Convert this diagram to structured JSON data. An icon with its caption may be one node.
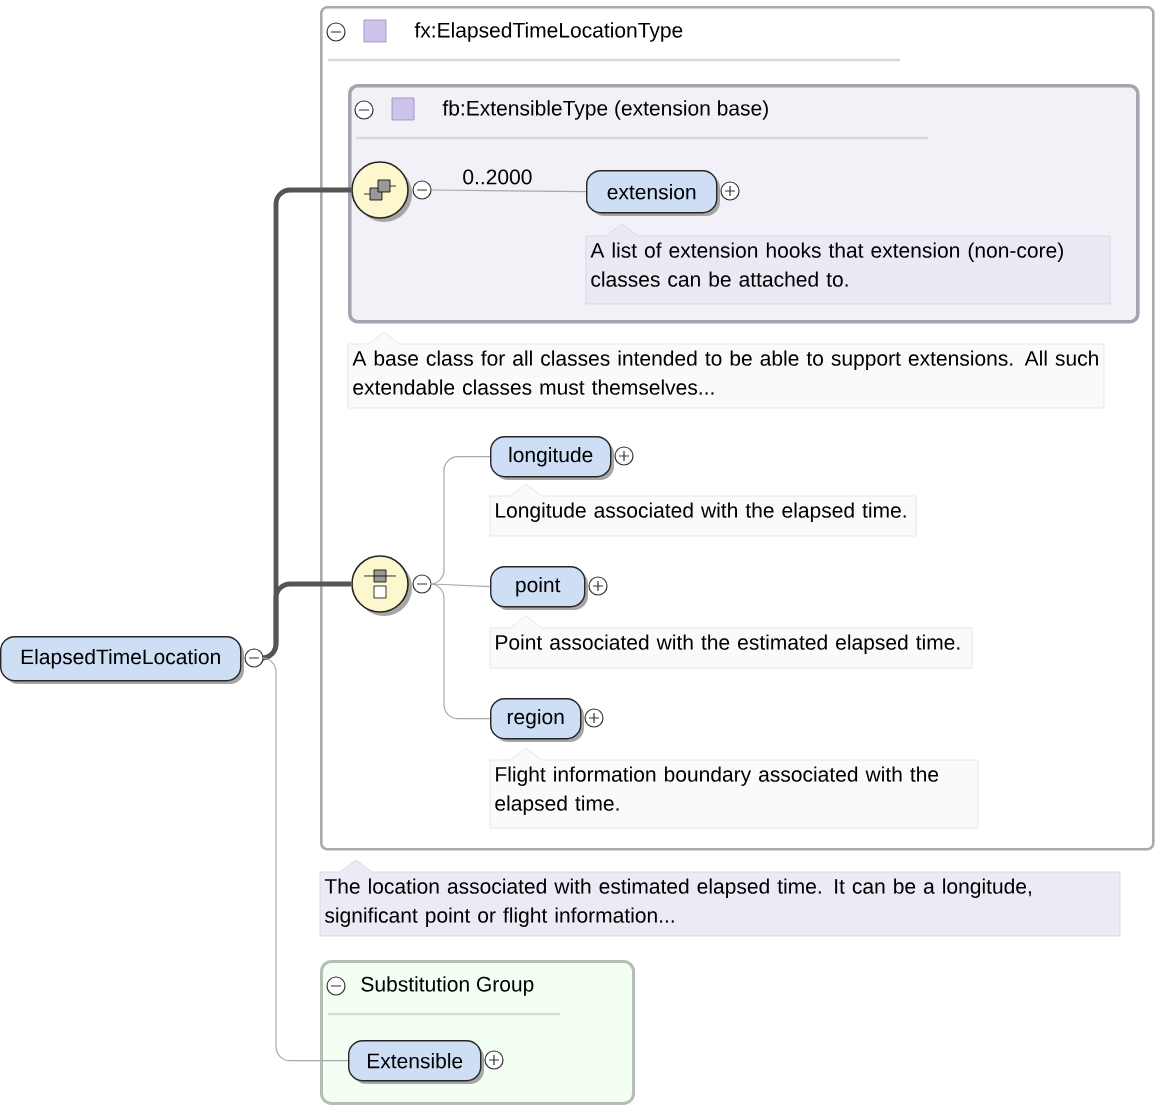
{
  "diagram": {
    "nodes": [
      {
        "text": [
          "ElapsedTimeLocation"
        ]
      },
      {
        "text": [
          "fx:ElapsedTimeLocationType"
        ],
        "beside": [
          "The location associated with estimated elapsed time. It can be a longitude, significant point or flight information..."
        ]
      },
      {
        "text": [
          "fb:ExtensibleType (extension base)"
        ],
        "in": 1,
        "beside": [
          "A base class for all classes intended to be able to support extensions. All such extendable classes must themselves..."
        ]
      },
      {
        "text": [],
        "shape": "circle",
        "in": 2
      },
      {
        "text": [
          "extension"
        ],
        "in": 2,
        "beside": [
          "A list of extension hooks that extension (non-core) classes can be attached to."
        ]
      },
      {
        "text": [],
        "shape": "circle",
        "in": 1
      },
      {
        "text": [
          "longitude"
        ],
        "in": 1,
        "beside": [
          "Longitude associated with the elapsed time."
        ]
      },
      {
        "text": [
          "point"
        ],
        "in": 1,
        "beside": [
          "Point associated with the estimated elapsed time."
        ]
      },
      {
        "text": [
          "region"
        ],
        "in": 1,
        "beside": [
          "Flight information boundary associated with the elapsed time."
        ]
      },
      {
        "text": [
          "Substitution Group"
        ]
      },
      {
        "text": [
          "Extensible"
        ],
        "in": 9
      }
    ],
    "edges": [
      {
        "from": 0,
        "to": 3,
        "arrow": "none",
        "style": "thick",
        "color": "#555555"
      },
      {
        "from": 0,
        "to": 5,
        "arrow": "none",
        "style": "thick",
        "color": "#555555"
      },
      {
        "from": 3,
        "to": 4,
        "arrow": "none",
        "label": "0..2000"
      },
      {
        "from": 5,
        "to": 6,
        "arrow": "none"
      },
      {
        "from": 5,
        "to": 7,
        "arrow": "none"
      },
      {
        "from": 5,
        "to": 8,
        "arrow": "none"
      },
      {
        "from": 0,
        "to": 10,
        "arrow": "none"
      }
    ]
  }
}
